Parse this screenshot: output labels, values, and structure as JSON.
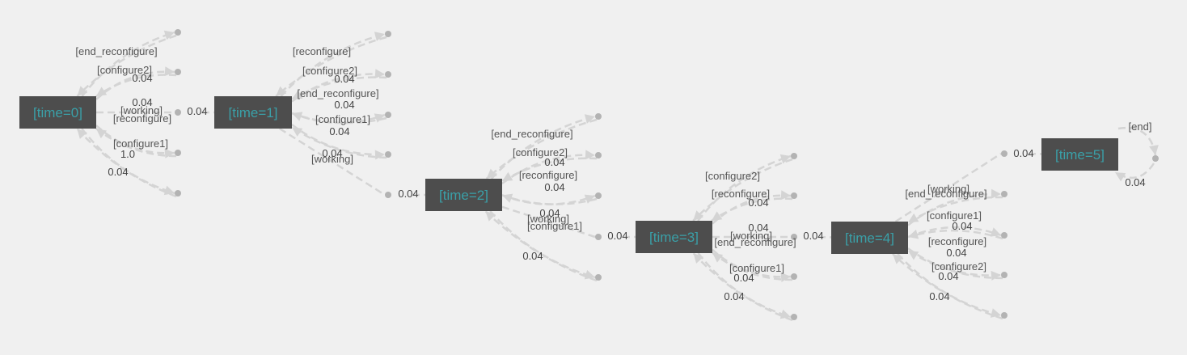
{
  "states": [
    {
      "id": "s0",
      "label": "[time=0]"
    },
    {
      "id": "s1",
      "label": "[time=1]"
    },
    {
      "id": "s2",
      "label": "[time=2]"
    },
    {
      "id": "s3",
      "label": "[time=3]"
    },
    {
      "id": "s4",
      "label": "[time=4]"
    },
    {
      "id": "s5",
      "label": "[time=5]"
    }
  ],
  "actions": [
    {
      "state": "s0",
      "label": "[end_reconfigure]",
      "prob": "0.04"
    },
    {
      "state": "s0",
      "label": "[configure2]",
      "prob": "0.04"
    },
    {
      "state": "s0",
      "label": "[working]",
      "prob": "0.04",
      "target": "s1"
    },
    {
      "state": "s0",
      "label": "[reconfigure]",
      "prob": "1.0"
    },
    {
      "state": "s0",
      "label": "[configure1]",
      "prob": "0.04"
    },
    {
      "state": "s1",
      "label": "[reconfigure]",
      "prob": "0.04"
    },
    {
      "state": "s1",
      "label": "[configure2]",
      "prob": "0.04"
    },
    {
      "state": "s1",
      "label": "[end_reconfigure]",
      "prob": "0.04"
    },
    {
      "state": "s1",
      "label": "[configure1]",
      "prob": "0.04"
    },
    {
      "state": "s1",
      "label": "[working]",
      "prob": "0.04",
      "target": "s2"
    },
    {
      "state": "s2",
      "label": "[end_reconfigure]",
      "prob": "0.04"
    },
    {
      "state": "s2",
      "label": "[configure2]",
      "prob": "0.04"
    },
    {
      "state": "s2",
      "label": "[reconfigure]",
      "prob": "0.04"
    },
    {
      "state": "s2",
      "label": "[working]",
      "prob": "0.04",
      "target": "s3"
    },
    {
      "state": "s2",
      "label": "[configure1]",
      "prob": "0.04"
    },
    {
      "state": "s3",
      "label": "[configure2]",
      "prob": "0.04"
    },
    {
      "state": "s3",
      "label": "[reconfigure]",
      "prob": "0.04"
    },
    {
      "state": "s3",
      "label": "[working]",
      "prob": "0.04",
      "target": "s4"
    },
    {
      "state": "s3",
      "label": "[end_reconfigure]",
      "prob": "0.04"
    },
    {
      "state": "s3",
      "label": "[configure1]",
      "prob": "0.04"
    },
    {
      "state": "s4",
      "label": "[working]",
      "prob": "0.04",
      "target": "s5"
    },
    {
      "state": "s4",
      "label": "[end_reconfigure]",
      "prob": "0.04"
    },
    {
      "state": "s4",
      "label": "[configure1]",
      "prob": "0.04"
    },
    {
      "state": "s4",
      "label": "[reconfigure]",
      "prob": "0.04"
    },
    {
      "state": "s4",
      "label": "[configure2]",
      "prob": "0.04"
    },
    {
      "state": "s5",
      "label": "[end]",
      "prob": "0.04"
    }
  ],
  "colors": {
    "state_fill": "#4d4d4d",
    "state_text": "#3aa0a8",
    "edge": "#d4d4d4",
    "point": "#b3b3b3"
  }
}
